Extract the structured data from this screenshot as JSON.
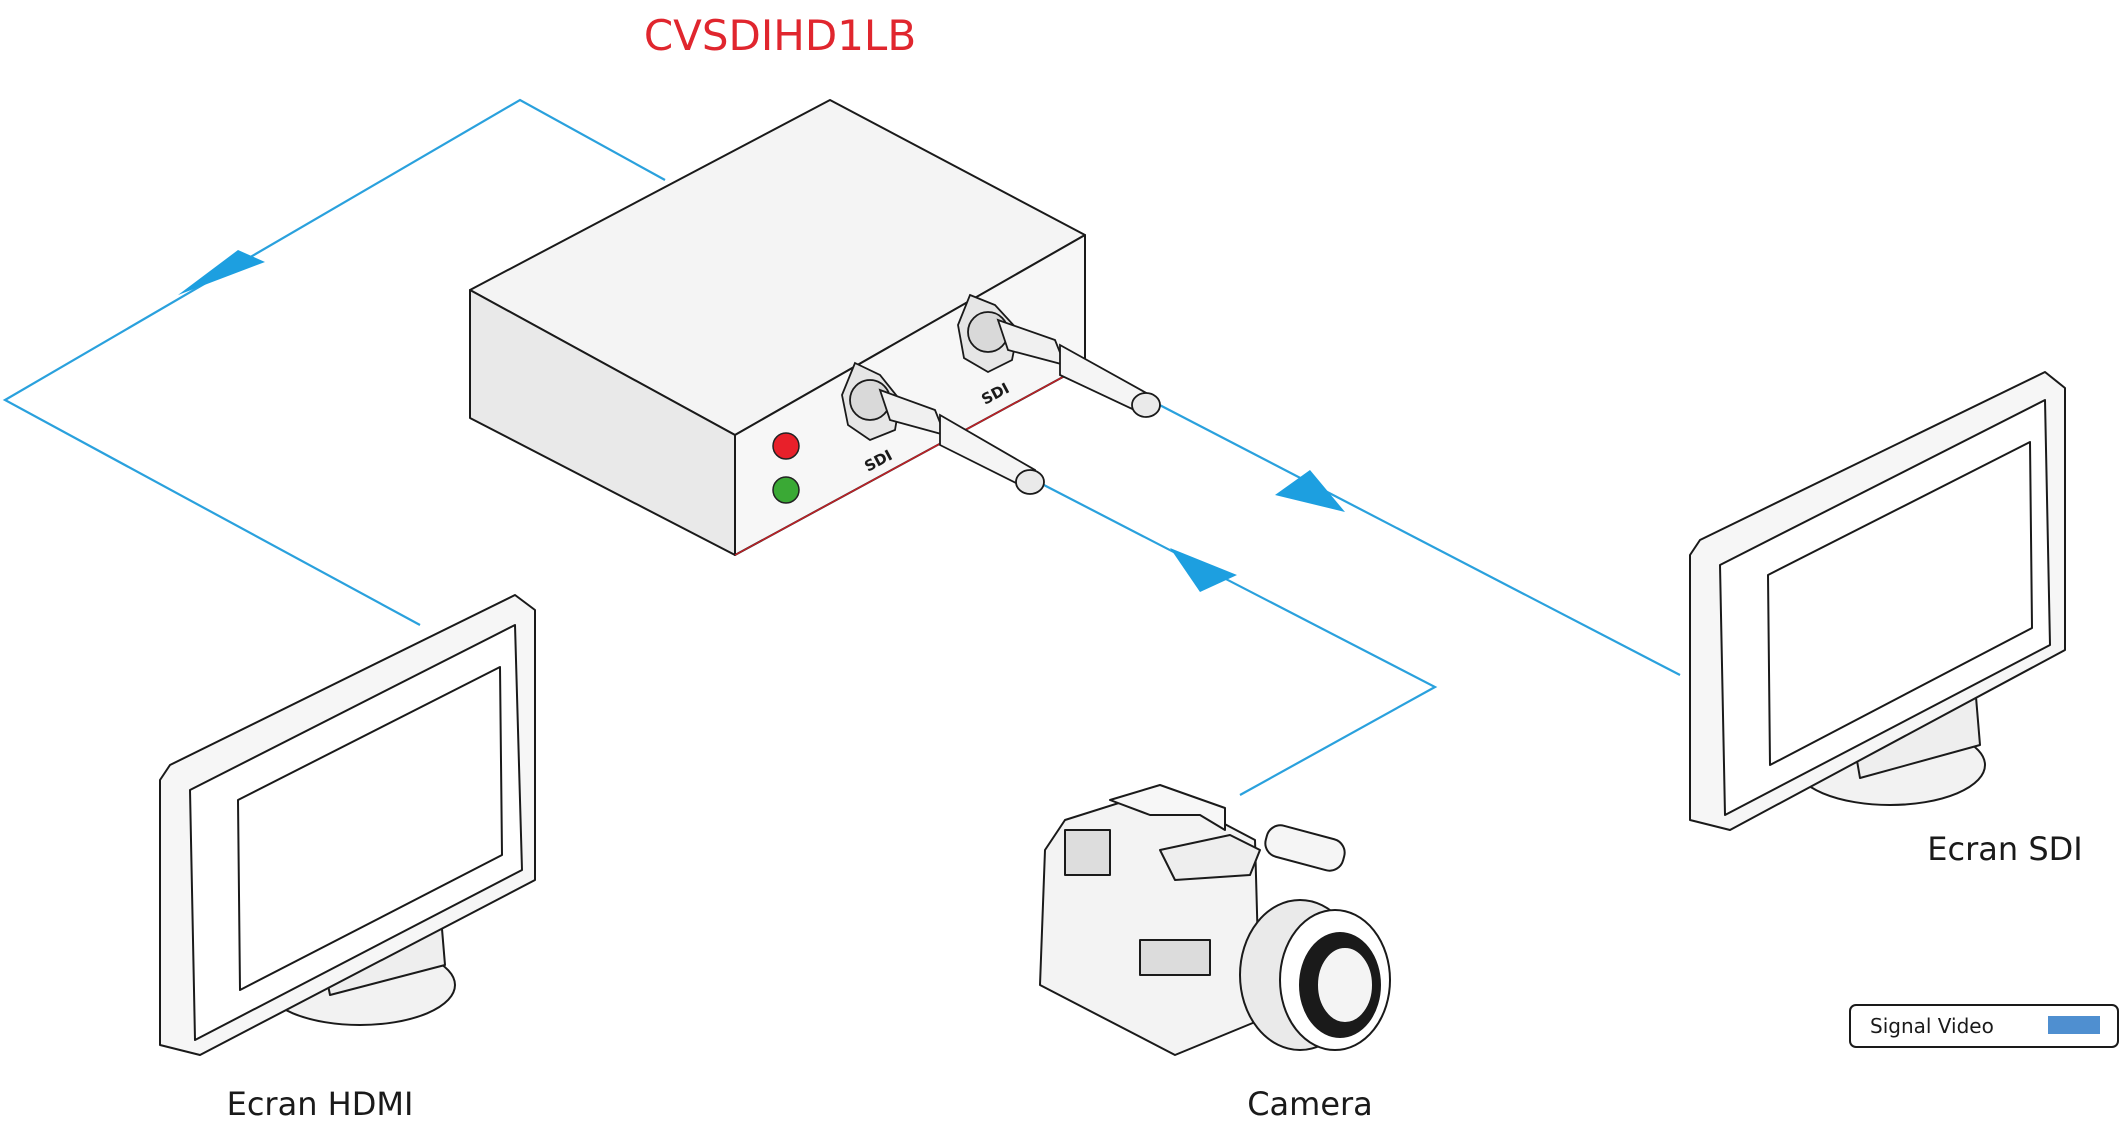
{
  "title": "CVSDIHD1LB",
  "labels": {
    "hdmi_screen": "Ecran HDMI",
    "sdi_screen": "Ecran SDI",
    "camera": "Camera",
    "port_left": "SDI",
    "port_right": "SDI"
  },
  "legend": {
    "text": "Signal Video",
    "swatch_color": "#4f8fd0"
  },
  "colors": {
    "signal": "#2aa1dd",
    "title": "#e0262e",
    "led_red": "#e8202a",
    "led_green": "#3aa935",
    "outline": "#1a1a1a"
  }
}
